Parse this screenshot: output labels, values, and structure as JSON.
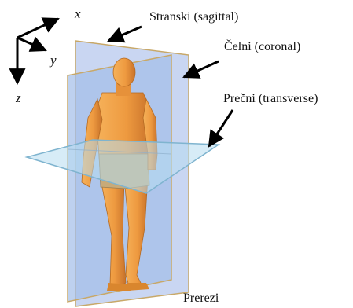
{
  "axes": {
    "x": "x",
    "y": "y",
    "z": "z"
  },
  "planes": {
    "sagittal": "Stranski (sagittal)",
    "coronal": "Čelni (coronal)",
    "transverse": "Prečni (transverse)"
  },
  "caption": "Prerezi",
  "colors": {
    "plane_fill": "#a9c6ec",
    "plane_edge": "#c8a868",
    "transverse_fill": "#b6dcf0",
    "body": "#f0a048",
    "body_shade": "#c87428",
    "shorts": "#c8aa78",
    "arrow": "#000000"
  }
}
